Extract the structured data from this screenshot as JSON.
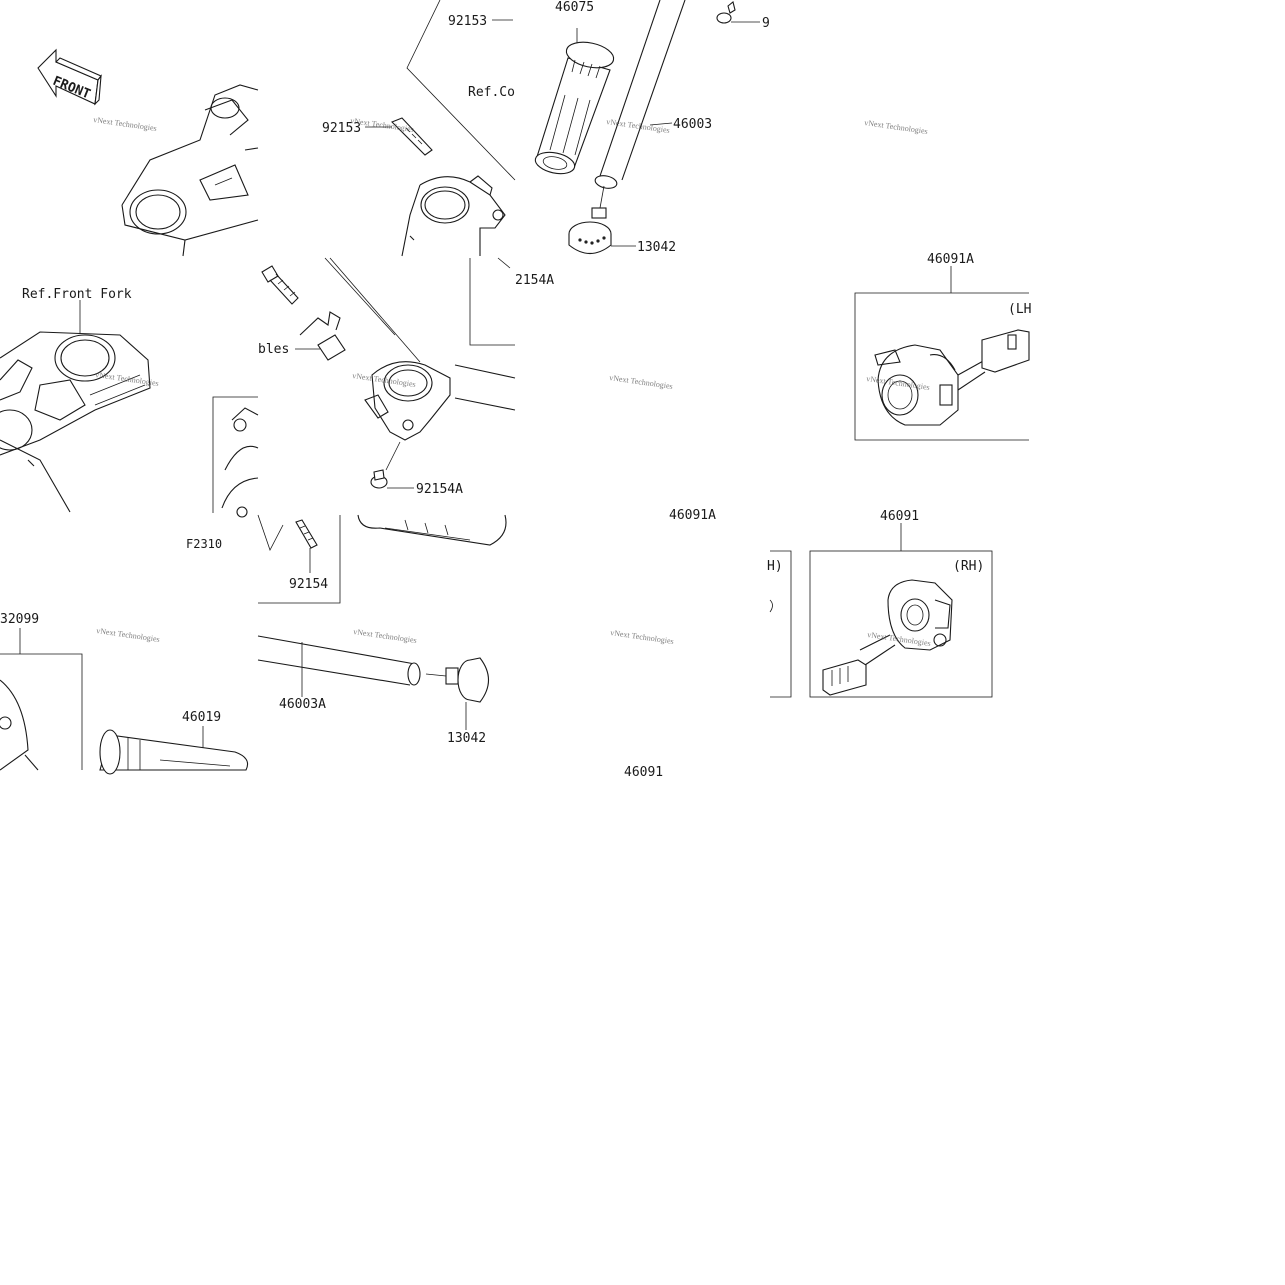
{
  "diagram": {
    "front_label": "FRONT",
    "watermark": "vNext Technologies",
    "callouts": {
      "c92153_top": "92153",
      "c46075": "46075",
      "c9_top": "9",
      "ref_co": "Ref.Co",
      "c92153_mid": "92153",
      "c46003": "46003",
      "c13042_top": "13042",
      "c2154a": "2154A",
      "c46091a_top": "46091A",
      "lh": "(LH",
      "ref_front_fork": "Ref.Front Fork",
      "bles": "bles",
      "c92154a": "92154A",
      "c46091a_mid": "46091A",
      "c46091_mid": "46091",
      "h_partial": "H)",
      "rh": "(RH)",
      "f2310": "F2310",
      "c92154": "92154",
      "c32099": "32099",
      "c46003a": "46003A",
      "c13042_bot": "13042",
      "c46019": "46019",
      "c46091_bot": "46091"
    }
  }
}
